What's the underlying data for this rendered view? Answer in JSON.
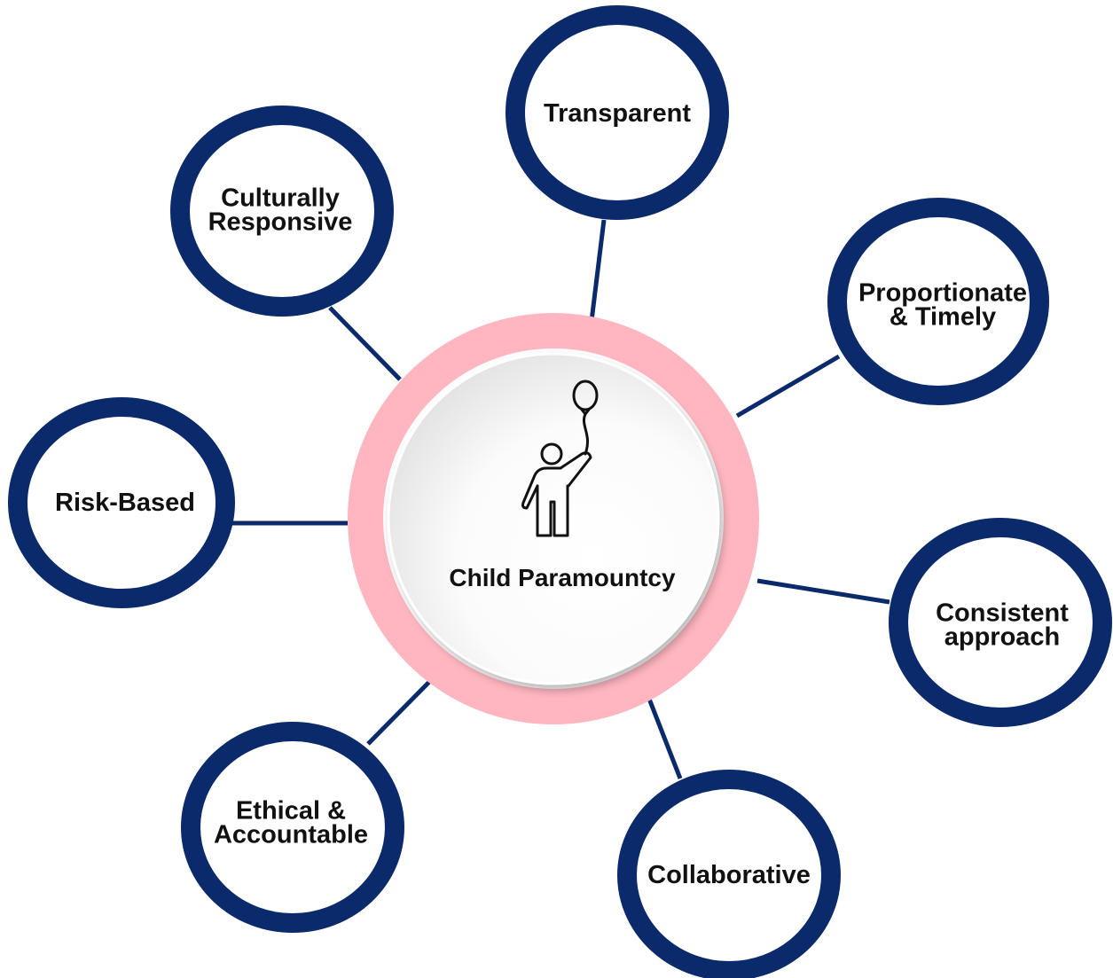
{
  "diagram": {
    "center": {
      "label": "Child Paramountcy",
      "icon": "child-with-balloon-icon"
    },
    "nodes": [
      {
        "id": "transparent",
        "lines": [
          "Transparent"
        ]
      },
      {
        "id": "proportionate-timely",
        "lines": [
          "Proportionate",
          "& Timely"
        ]
      },
      {
        "id": "consistent-approach",
        "lines": [
          "Consistent",
          "approach"
        ]
      },
      {
        "id": "collaborative",
        "lines": [
          "Collaborative"
        ]
      },
      {
        "id": "ethical-accountable",
        "lines": [
          "Ethical &",
          "Accountable"
        ]
      },
      {
        "id": "risk-based",
        "lines": [
          "Risk-Based"
        ]
      },
      {
        "id": "culturally-responsive",
        "lines": [
          "Culturally",
          "Responsive"
        ]
      }
    ]
  },
  "colors": {
    "node_ring": "#0b2a6b",
    "connector": "#0b2a6b",
    "center_ring": "#ffb6c1",
    "text": "#111111",
    "background": "#ffffff"
  }
}
